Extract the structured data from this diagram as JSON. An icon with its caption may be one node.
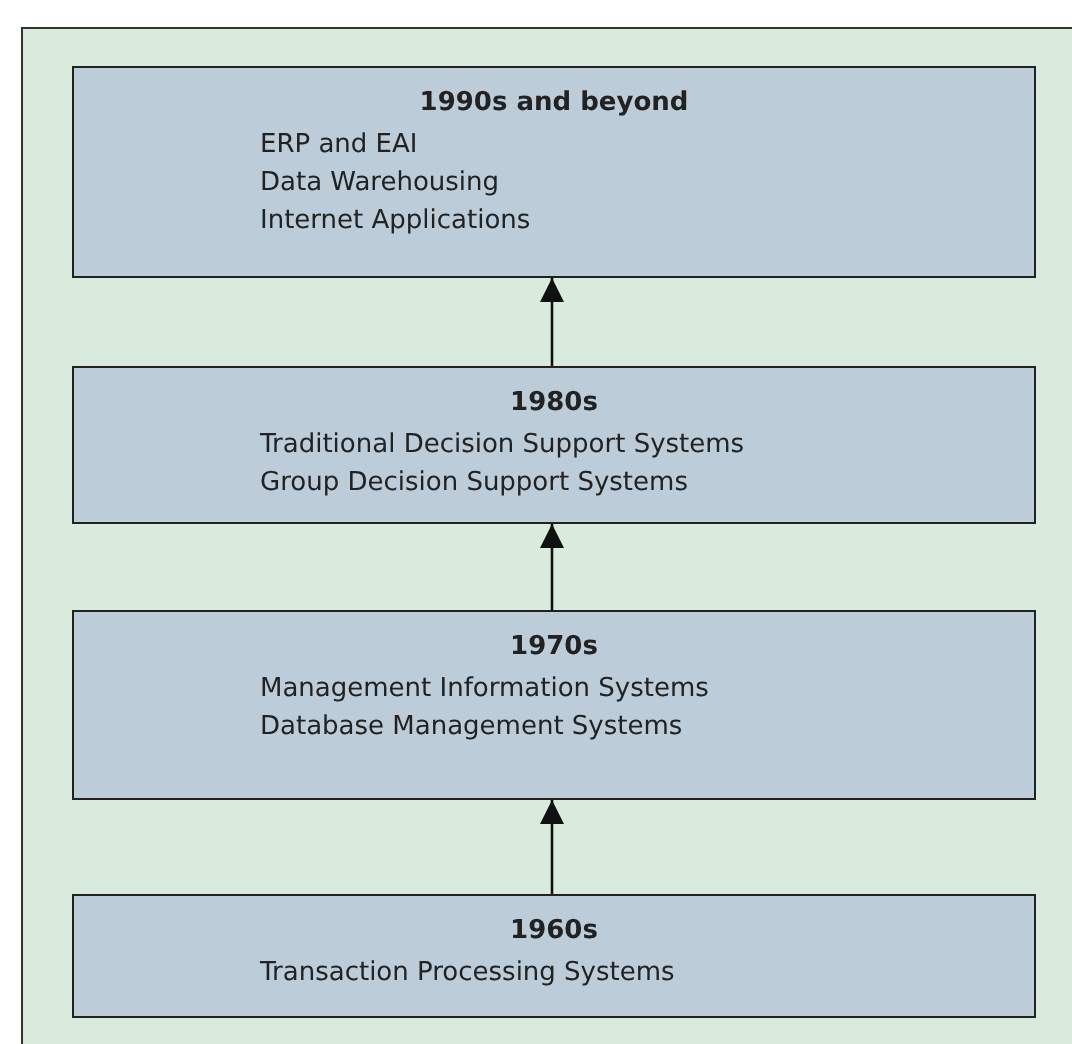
{
  "diagram": {
    "nodes": [
      {
        "text": [
          "1990s and beyond",
          "ERP and EAI",
          "Data Warehousing",
          "Internet Applications"
        ]
      },
      {
        "text": [
          "1980s",
          "Traditional Decision Support Systems",
          "Group Decision Support Systems"
        ]
      },
      {
        "text": [
          "1970s",
          "Management Information Systems",
          "Database Management Systems"
        ]
      },
      {
        "text": [
          "1960s",
          "Transaction Processing Systems"
        ]
      }
    ],
    "edges": [
      {
        "from": 3,
        "to": 2,
        "arrow": "to"
      },
      {
        "from": 2,
        "to": 1,
        "arrow": "to"
      },
      {
        "from": 1,
        "to": 0,
        "arrow": "to"
      }
    ]
  }
}
